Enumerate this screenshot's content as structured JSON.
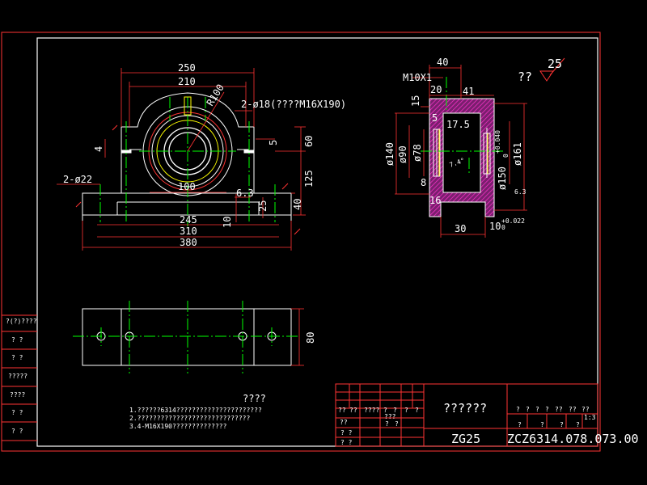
{
  "front_view": {
    "dims": {
      "w250": "250",
      "w210": "210",
      "r100": "R100",
      "holes_callout": "2-ø18(????M16X190)",
      "d4": "4",
      "d5": "5",
      "d60": "60",
      "d125": "125",
      "d40": "40",
      "d25": "25",
      "d6_3": "6.3",
      "d10": "10",
      "w100": "100",
      "w245": "245",
      "w310": "310",
      "w380": "380",
      "hole22": "2-ø22"
    }
  },
  "section_view": {
    "dims": {
      "w40": "40",
      "thread": "M10X1",
      "w20": "20",
      "w41": "41",
      "d15": "15",
      "d5": "5",
      "d17_5": "17.5",
      "dia140": "ø140",
      "dia90": "ø90",
      "dia78": "ø78",
      "dia150": "ø150",
      "tol150": "+0.040",
      "tol150b": "0",
      "dia161": "ø161",
      "d8": "8",
      "d16": "16",
      "d30": "30",
      "d10b": "10",
      "tol10": "+0.022",
      "tol10b": "0",
      "r6_3": "6.3",
      "angle": "7.4°"
    }
  },
  "surface_finish": {
    "mark": "??",
    "value": "25"
  },
  "plan_view": {
    "d80": "80"
  },
  "notes": {
    "heading": "????",
    "lines": [
      "1.??????6314??????????????????????",
      "2.?????????????????????????????",
      "3.4-M16X190??????????????"
    ]
  },
  "title_block": {
    "part_name": "??????",
    "material": "ZG25",
    "drawing_no": "ZCZ6314.078.073.00",
    "cells_row1": [
      "?",
      "?",
      "?",
      "?",
      "??",
      "??",
      "??"
    ],
    "cells_row2": [
      "?",
      "?",
      "?",
      "?"
    ],
    "scale_mark": "1:3",
    "left_cells": [
      "??",
      "??",
      "????",
      "?",
      "?",
      "?",
      "?"
    ],
    "left_cells_2": [
      "??",
      "???",
      "?",
      "?"
    ],
    "left_cells_3": [
      "? ?",
      "? ?"
    ]
  },
  "side_strip": [
    "?(?)????",
    "?   ?",
    "?   ?",
    "?????",
    "????",
    "?   ?",
    "?   ?"
  ]
}
